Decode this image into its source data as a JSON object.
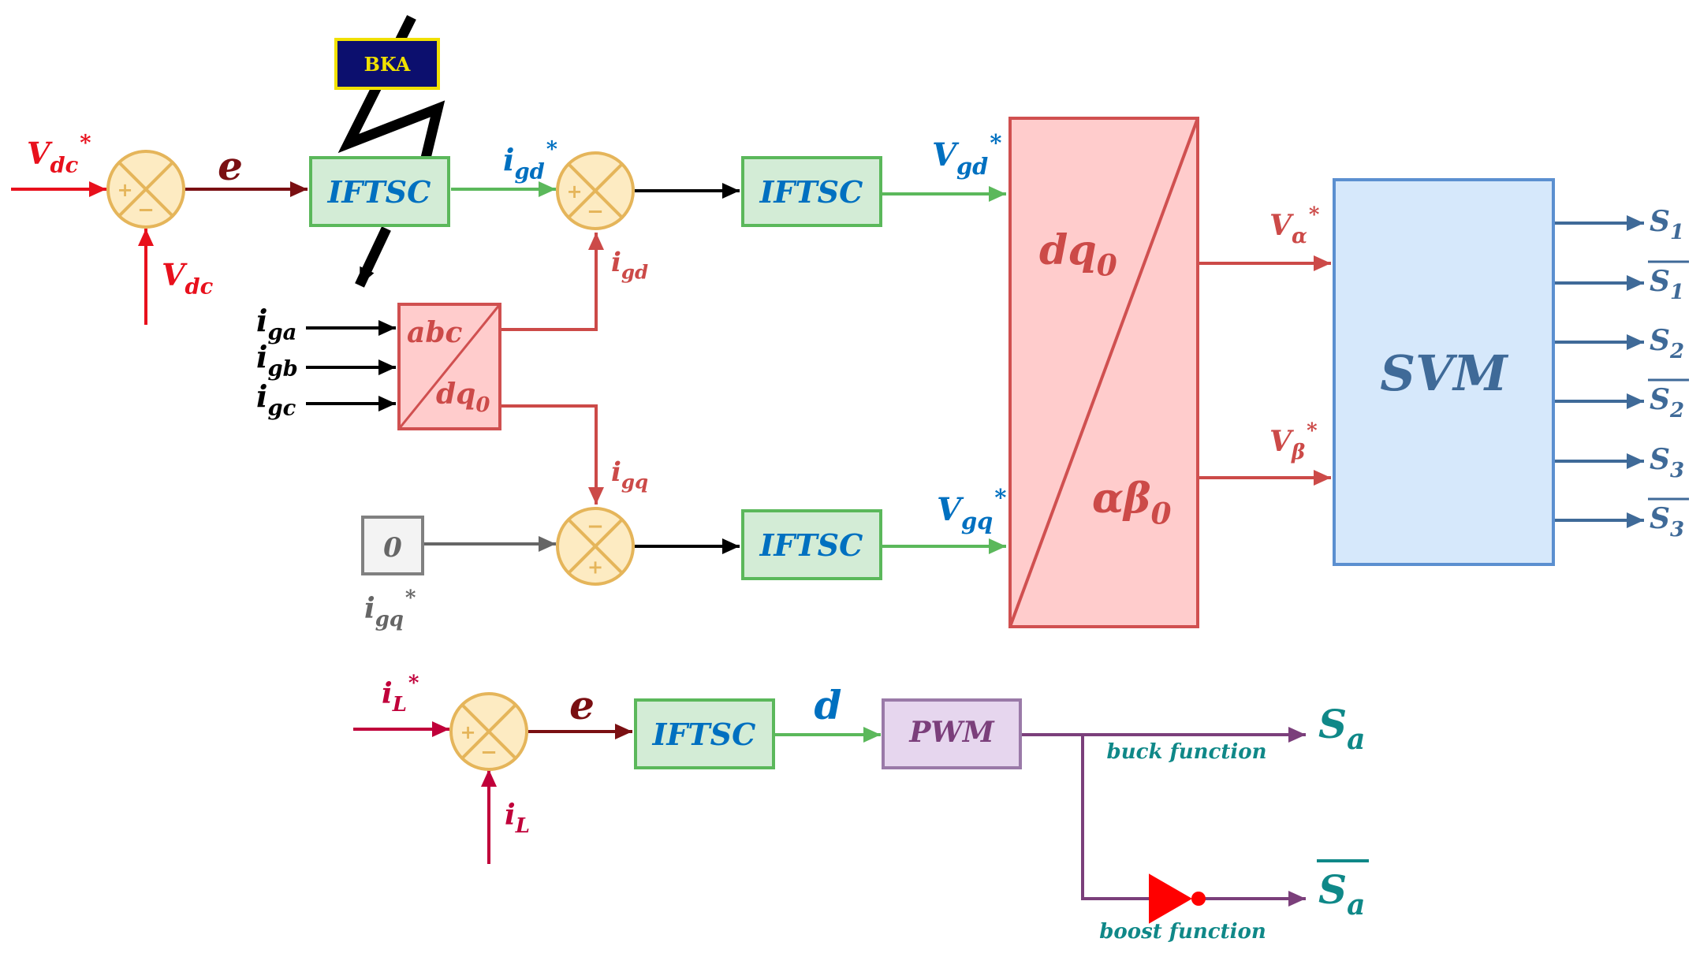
{
  "colors": {
    "red": "#e8101c",
    "darkred": "#7a0f12",
    "green": "#5bb85b",
    "blue": "#0070c0",
    "salmon": "#cc4a48",
    "gray": "#666666",
    "steel": "#3f6a98",
    "purple": "#7b3f7b",
    "teal": "#0f8888",
    "crimson": "#c0003a",
    "block_green_fill": "#d3ecd6",
    "block_green_stroke": "#5bb85b",
    "block_pink_fill": "#ffcccc",
    "block_pink_stroke": "#d05050",
    "svm_fill": "#d6e8fb",
    "svm_stroke": "#5b8fd0",
    "pwm_fill": "#e6d6ee",
    "pwm_stroke": "#9a7aa8",
    "sum_fill": "#fdebc2",
    "sum_stroke": "#e5b55a"
  },
  "blocks": {
    "bka": "BKA",
    "iftsc": "IFTSC",
    "abc": "abc",
    "dq0_small": "dq",
    "dq0_small_sub": "0",
    "dq0_big": "dq",
    "dq0_big_sub": "0",
    "ab0_big": "αβ",
    "ab0_big_sub": "0",
    "svm": "SVM",
    "pwm": "PWM",
    "zero": "0"
  },
  "signals": {
    "vdc_ref": {
      "base": "V",
      "sub": "dc",
      "sup": "*"
    },
    "vdc": {
      "base": "V",
      "sub": "dc"
    },
    "e1": "e",
    "igd_ref": {
      "base": "i",
      "sub": "gd",
      "sup": "*"
    },
    "igd": {
      "base": "i",
      "sub": "gd"
    },
    "igq": {
      "base": "i",
      "sub": "gq"
    },
    "igq_ref": {
      "base": "i",
      "sub": "gq",
      "sup": "*"
    },
    "iga": {
      "base": "i",
      "sub": "ga"
    },
    "igb": {
      "base": "i",
      "sub": "gb"
    },
    "igc": {
      "base": "i",
      "sub": "gc"
    },
    "vgd_ref": {
      "base": "V",
      "sub": "gd",
      "sup": "*"
    },
    "vgq_ref": {
      "base": "V",
      "sub": "gq",
      "sup": "*"
    },
    "valpha_ref": {
      "base": "V",
      "sub": "α",
      "sup": "*"
    },
    "vbeta_ref": {
      "base": "V",
      "sub": "β",
      "sup": "*"
    },
    "il_ref": {
      "base": "i",
      "sub": "L",
      "sup": "*"
    },
    "il": {
      "base": "i",
      "sub": "L"
    },
    "e2": "e",
    "d": "d",
    "sa": {
      "base": "S",
      "sub": "a"
    },
    "sa_bar": {
      "base": "S",
      "sub": "a"
    },
    "buck": "buck function",
    "boost": "boost function"
  },
  "outputs": [
    {
      "base": "S",
      "sub": "1",
      "bar": false
    },
    {
      "base": "S",
      "sub": "1",
      "bar": true
    },
    {
      "base": "S",
      "sub": "2",
      "bar": false
    },
    {
      "base": "S",
      "sub": "2",
      "bar": true
    },
    {
      "base": "S",
      "sub": "3",
      "bar": false
    },
    {
      "base": "S",
      "sub": "3",
      "bar": true
    }
  ],
  "signs": {
    "plus": "+",
    "minus": "−"
  }
}
